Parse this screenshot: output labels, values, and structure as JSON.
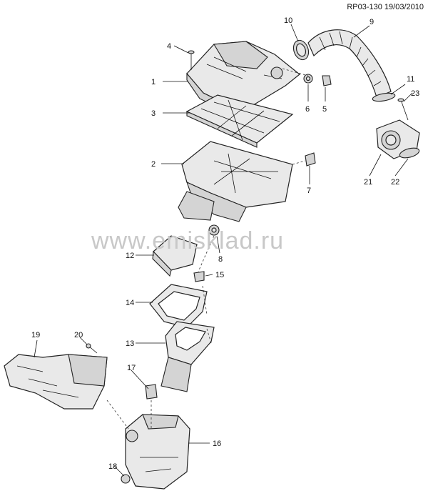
{
  "header": {
    "code": "RP03-130 19/03/2010"
  },
  "watermark": "www.emisklad.ru",
  "callouts": [
    {
      "id": "c1",
      "label": "1"
    },
    {
      "id": "c2",
      "label": "2"
    },
    {
      "id": "c3",
      "label": "3"
    },
    {
      "id": "c4",
      "label": "4"
    },
    {
      "id": "c5",
      "label": "5"
    },
    {
      "id": "c6",
      "label": "6"
    },
    {
      "id": "c7",
      "label": "7"
    },
    {
      "id": "c8",
      "label": "8"
    },
    {
      "id": "c9",
      "label": "9"
    },
    {
      "id": "c10",
      "label": "10"
    },
    {
      "id": "c11",
      "label": "11"
    },
    {
      "id": "c12",
      "label": "12"
    },
    {
      "id": "c13",
      "label": "13"
    },
    {
      "id": "c14",
      "label": "14"
    },
    {
      "id": "c15",
      "label": "15"
    },
    {
      "id": "c16",
      "label": "16"
    },
    {
      "id": "c17",
      "label": "17"
    },
    {
      "id": "c18",
      "label": "18"
    },
    {
      "id": "c19",
      "label": "19"
    },
    {
      "id": "c20",
      "label": "20"
    },
    {
      "id": "c21",
      "label": "21"
    },
    {
      "id": "c22",
      "label": "22"
    },
    {
      "id": "c23",
      "label": "23"
    }
  ]
}
